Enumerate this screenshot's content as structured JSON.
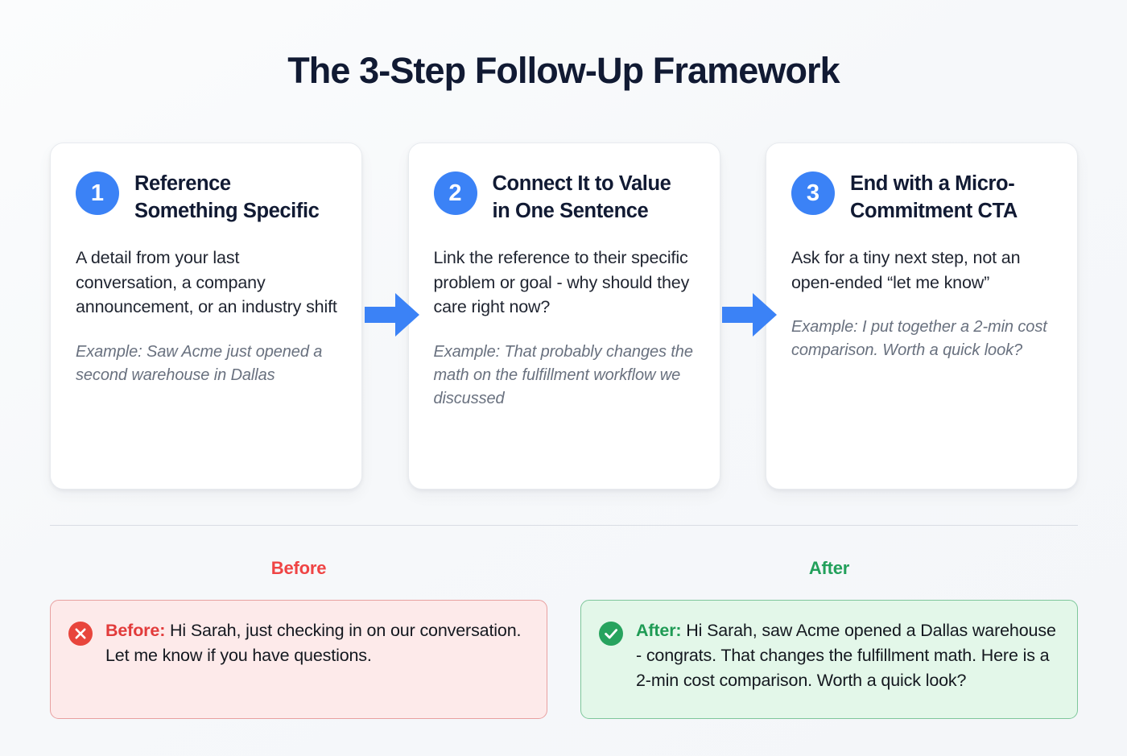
{
  "title": "The 3-Step Follow-Up Framework",
  "colors": {
    "accent_blue": "#3b82f6",
    "title_navy": "#111a33",
    "before_red": "#ef4444",
    "after_green": "#22a05b",
    "before_panel_bg": "#fdeaea",
    "after_panel_bg": "#e3f7e9",
    "divider": "#d9dde4",
    "page_bg": "#f6f8fa"
  },
  "steps": [
    {
      "number": "1",
      "heading": "Reference Something Specific",
      "body": "A detail from your last conversation, a company announcement, or an industry shift",
      "example": "Example: Saw Acme just opened a second warehouse in Dallas"
    },
    {
      "number": "2",
      "heading": "Connect It to Value in One Sentence",
      "body": "Link the reference to their specific problem or goal - why should they care right now?",
      "example": "Example: That probably changes the math on the fulfillment workflow we discussed"
    },
    {
      "number": "3",
      "heading": "End with a Micro-Commitment CTA",
      "body": "Ask for a tiny next step, not an open-ended “let me know”",
      "example": "Example: I put together a 2-min cost comparison. Worth a quick look?"
    }
  ],
  "arrows": [
    {
      "name": "arrow-step1-to-step2"
    },
    {
      "name": "arrow-step2-to-step3"
    }
  ],
  "compare": {
    "before": {
      "label": "Before",
      "icon": "circle-x-icon",
      "tag": "Before:",
      "message": " Hi Sarah, just checking in on our conversation. Let me know if you have questions."
    },
    "after": {
      "label": "After",
      "icon": "circle-check-icon",
      "tag": "After:",
      "message": " Hi Sarah, saw Acme opened a Dallas warehouse - congrats. That changes the fulfillment math. Here is a 2-min cost comparison. Worth a quick look?"
    }
  }
}
